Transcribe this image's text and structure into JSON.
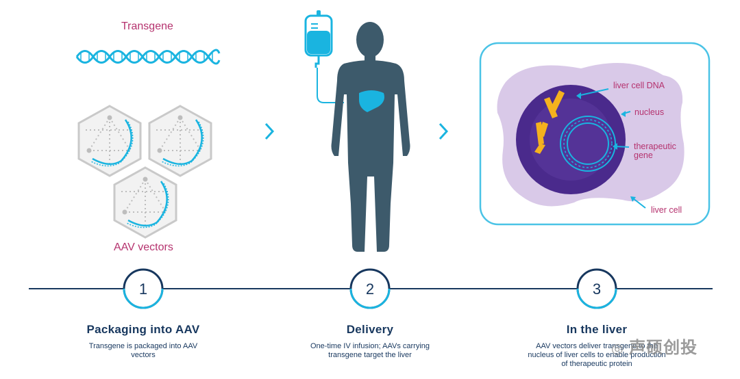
{
  "section1": {
    "transgene_label": "Transgene",
    "vectors_label": "AAV vectors"
  },
  "section3": {
    "annotations": {
      "liver_cell_dna": "liver cell DNA",
      "nucleus": "nucleus",
      "therapeutic_gene": "therapeutic\ngene",
      "liver_cell": "liver cell"
    }
  },
  "steps": [
    {
      "number": "1",
      "title": "Packaging into AAV",
      "description": "Transgene is packaged into AAV\nvectors"
    },
    {
      "number": "2",
      "title": "Delivery",
      "description": "One-time IV infusion; AAVs carrying\ntransgene target the liver"
    },
    {
      "number": "3",
      "title": "In the liver",
      "description": "AAV vectors deliver transgene to the\nnucleus of liver cells to enable production\nof therapeutic protein"
    }
  ],
  "watermark": {
    "text": "声硕创投"
  },
  "colors": {
    "navy": "#17375e",
    "cyan": "#1ab4e0",
    "magenta": "#b5326e",
    "body": "#3d5a6b",
    "cell": "#d9c9e8",
    "nucleus": "#4a2a8c",
    "chromosome": "#f5b21e"
  }
}
